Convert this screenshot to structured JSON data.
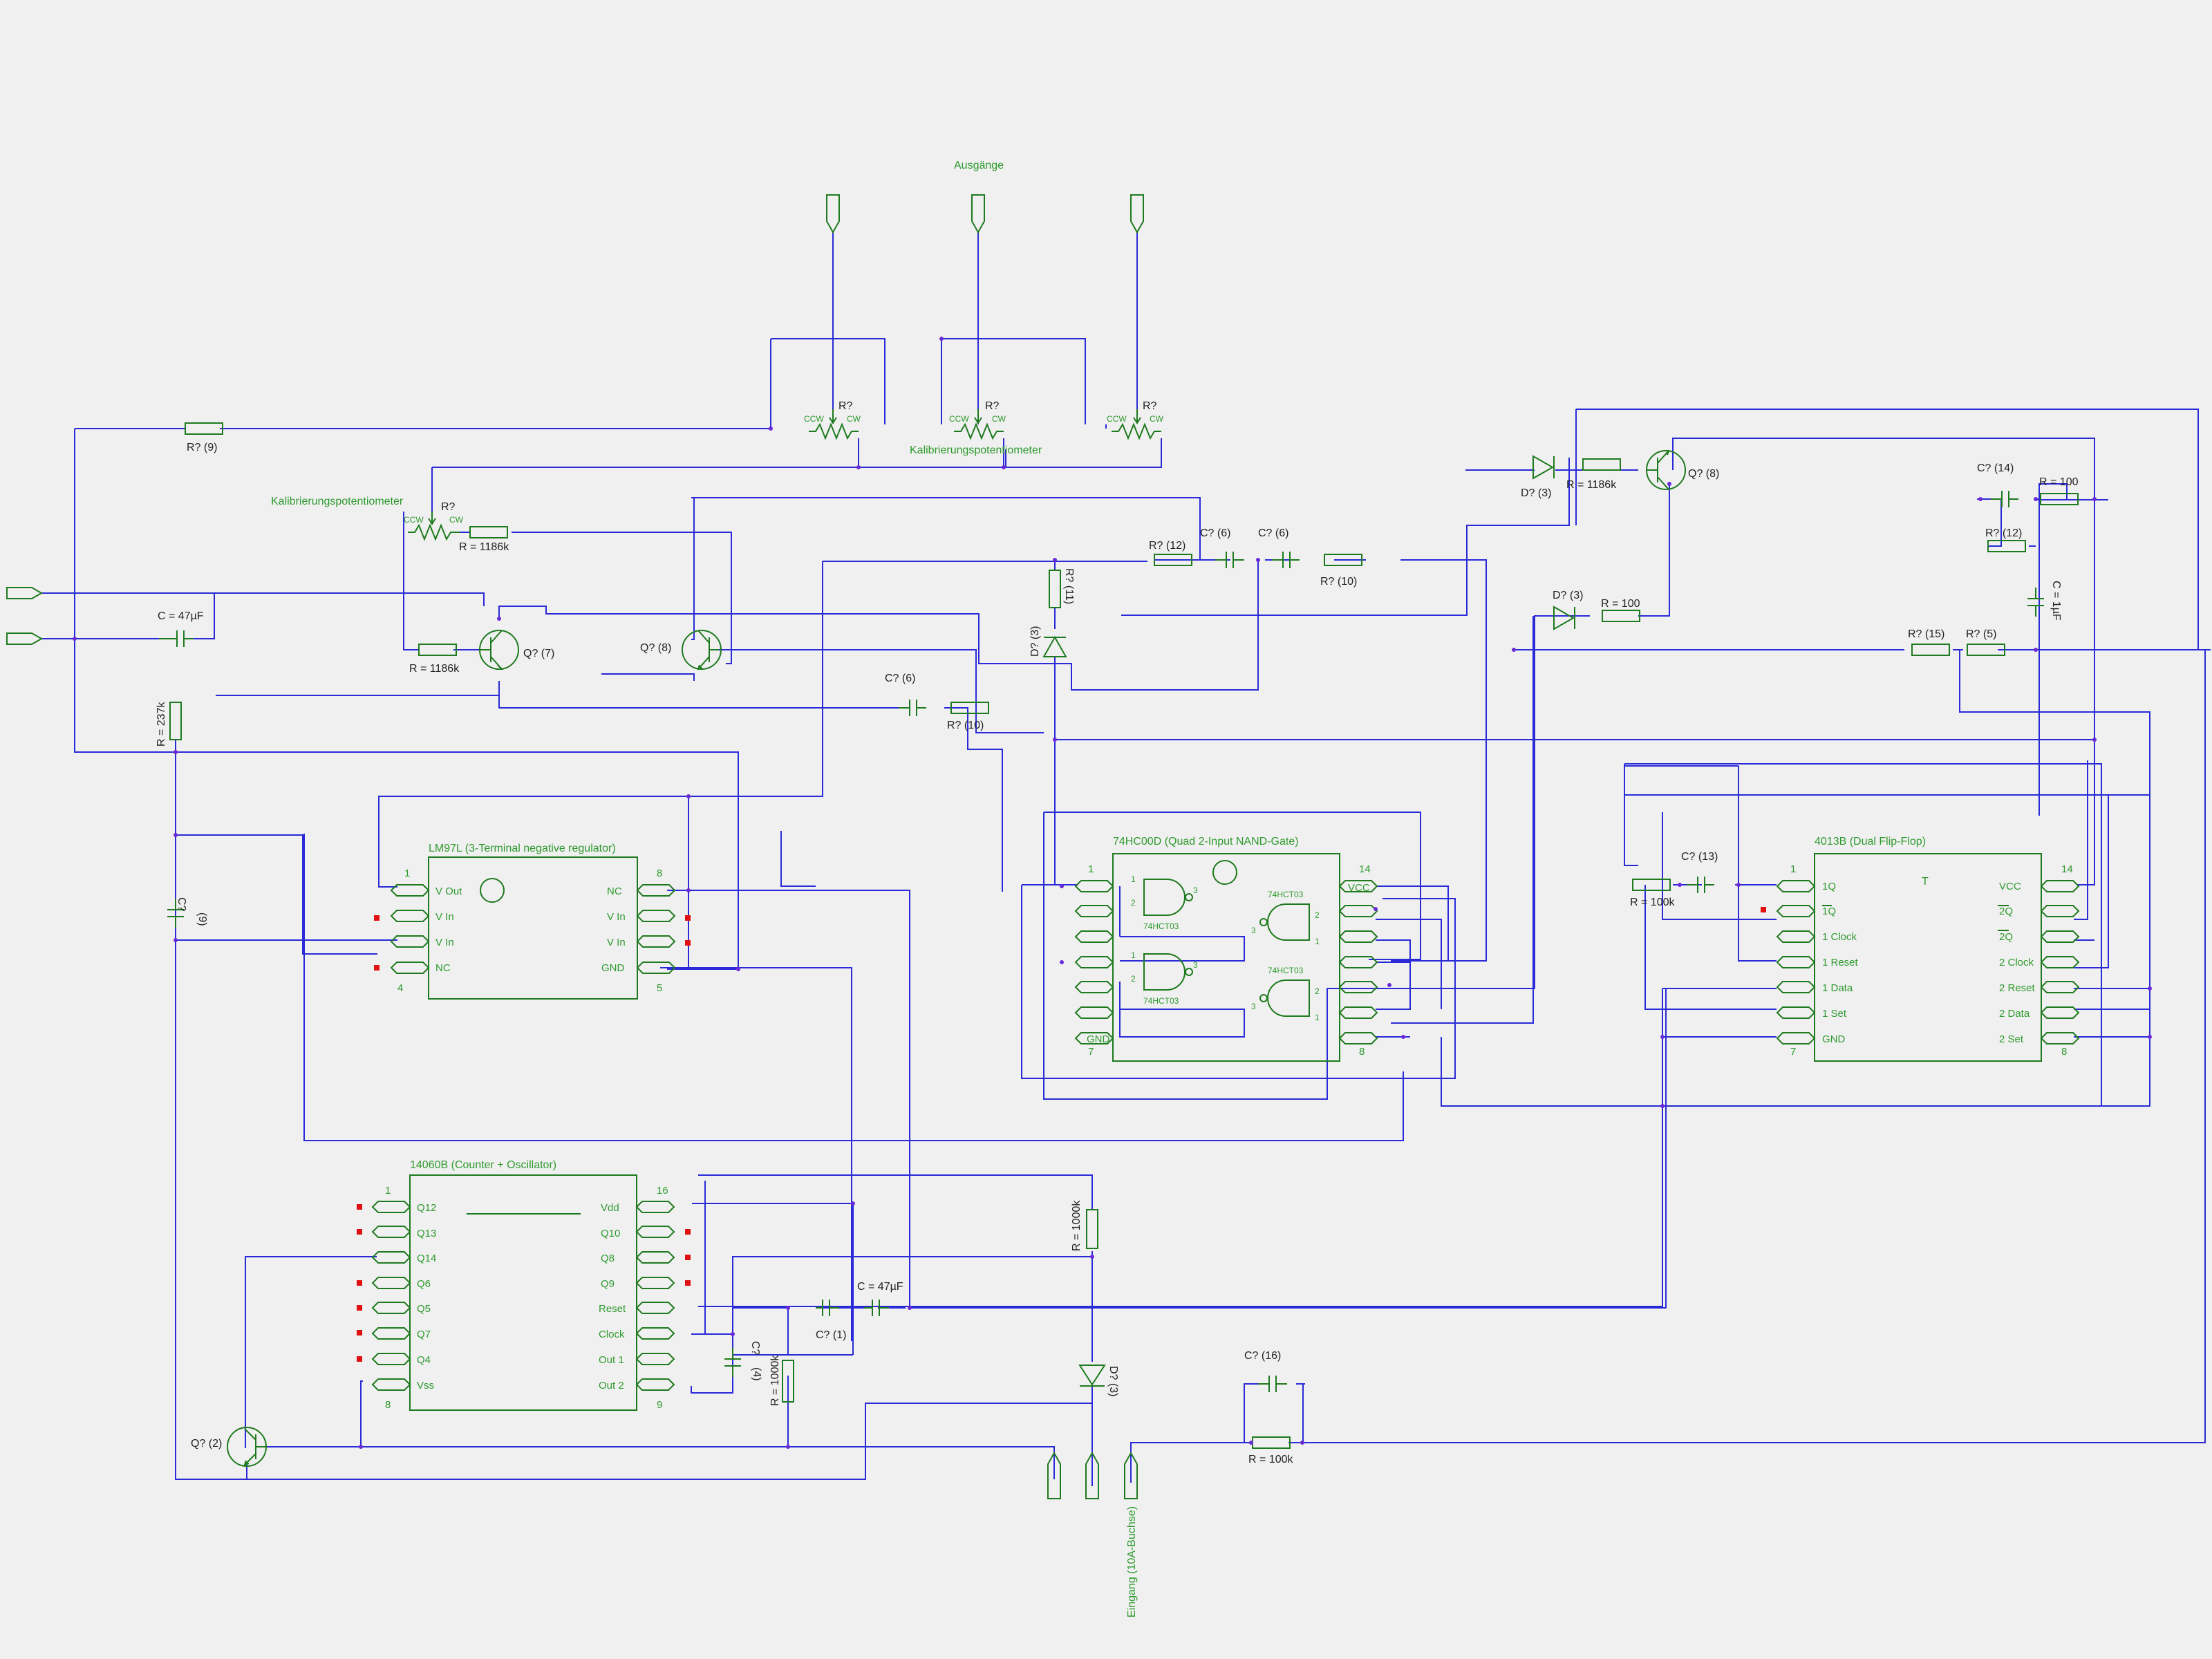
{
  "labels": {
    "outputs": "Ausgänge",
    "calib_pot_1": "Kalibrierungspotentiometer",
    "calib_pot_2": "Kalibrierungspotentiometer",
    "input": "Eingang (10A-Buchse)"
  },
  "ic_lm97l": {
    "title": "LM97L (3-Terminal negative regulator)",
    "left_pins": [
      "V Out",
      "V In",
      "V In",
      "NC"
    ],
    "right_pins": [
      "NC",
      "V In",
      "V In",
      "GND"
    ],
    "pin_nums": [
      "1",
      "8",
      "4",
      "5"
    ]
  },
  "ic_74hc00": {
    "title": "74HC00D (Quad 2-Input NAND-Gate)",
    "vcc": "VCC",
    "gnd": "GND",
    "gate_label": "74HCT03",
    "pin_nums": [
      "1",
      "14",
      "7",
      "8"
    ],
    "gate_pins": [
      "1",
      "2",
      "3"
    ]
  },
  "ic_4013b": {
    "title": "4013B (Dual Flip-Flop)",
    "t": "T",
    "left_pins": [
      "1Q",
      "1Q",
      "1 Clock",
      "1 Reset",
      "1 Data",
      "1 Set",
      "GND"
    ],
    "right_pins": [
      "VCC",
      "2Q",
      "2Q",
      "2 Clock",
      "2 Reset",
      "2 Data",
      "2 Set"
    ],
    "pin_nums": [
      "1",
      "14",
      "7",
      "8"
    ]
  },
  "ic_14060b": {
    "title": "14060B (Counter + Oscillator)",
    "left_pins": [
      "Q12",
      "Q13",
      "Q14",
      "Q6",
      "Q5",
      "Q7",
      "Q4",
      "Vss"
    ],
    "right_pins": [
      "Vdd",
      "Q10",
      "Q8",
      "Q9",
      "Reset",
      "Clock",
      "Out 1",
      "Out 2"
    ],
    "pin_nums": [
      "1",
      "16",
      "8",
      "9"
    ]
  },
  "parts": {
    "r9": "R?  (9)",
    "r_pot": "R?",
    "ccw": "CCW",
    "cw": "CW",
    "r1186k_a": "R = 1186k",
    "r1186k_b": "R = 1186k",
    "r1186k_c": "R = 1186k",
    "c47_a": "C = 47µF",
    "c47_b": "C = 47µF",
    "r237k": "R = 237k",
    "c9": "C?",
    "c9n": "(9)",
    "q7": "Q?  (7)",
    "q8a": "Q?  (8)",
    "q8b": "Q?  (8)",
    "q2": "Q?  (2)",
    "r12a": "R?  (12)",
    "c6a": "C?    (6)",
    "c6b": "C?    (6)",
    "c6c": "C?    (6)",
    "r10a": "R?    (10)",
    "r10b": "R?    (10)",
    "r11": "R?  (11)",
    "d3a": "D?  (3)",
    "d3b": "D?  (3)",
    "d3c": "D?  (3)",
    "d3d": "D?  (3)",
    "r100a": "R = 100",
    "r100b": "R = 100",
    "c14": "C?    (14)",
    "r12b": "R?  (12)",
    "c1uf": "C = 1µF",
    "r15": "R?  (15)",
    "r5": "R?  (5)",
    "c13": "C?    (13)",
    "r100k_a": "R = 100k",
    "r100k_b": "R = 100k",
    "r1000k_a": "R = 1000k",
    "r1000k_b": "R = 1000k",
    "c4": "C?",
    "c4n": "(4)",
    "c1": "C?    (1)",
    "c16": "C?    (16)"
  },
  "colors": {
    "wire": "#2a2ad8",
    "component": "#1e7a1e",
    "text": "#2e9a2e",
    "nc_pin": "#e01010"
  }
}
